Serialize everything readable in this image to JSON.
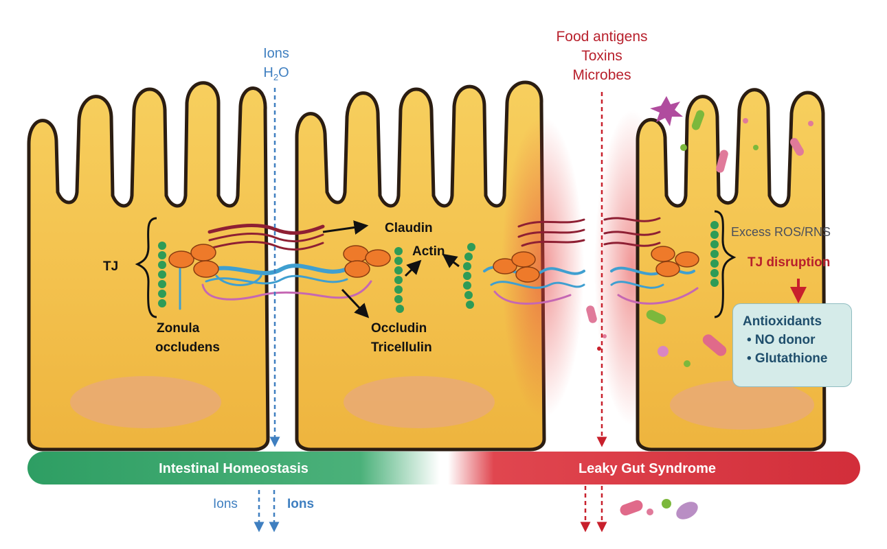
{
  "top_labels": {
    "ions": "Ions",
    "h2o_main": "H",
    "h2o_sub": "2",
    "h2o_tail": "O",
    "harmful": [
      "Food antigens",
      "Toxins",
      "Microbes"
    ]
  },
  "annotations": {
    "tj": "TJ",
    "zonula": [
      "Zonula",
      "occludens"
    ],
    "claudin": "Claudin",
    "actin": "Actin",
    "occludin": [
      "Occludin",
      "Tricellulin"
    ],
    "excess_ros": "Excess ROS/RNS",
    "tj_disruption": "TJ disruption"
  },
  "callout": {
    "title": "Antioxidants",
    "items": [
      "• NO donor",
      "• Glutathione"
    ]
  },
  "banner": {
    "left_label": "Intestinal Homeostasis",
    "right_label": "Leaky Gut Syndrome"
  },
  "bottom_labels": {
    "ions_left": "Ions",
    "ions_right": "Ions"
  },
  "colors": {
    "cell_fill": "#f2c14a",
    "cell_outline": "#2b1d12",
    "nucleus": "#e8a87c",
    "homeostasis_green": "#2e9e63",
    "leaky_red": "#d8313d",
    "ion_blue": "#3f7fc0",
    "harm_red": "#b8202c",
    "claudin": "#8e1f33",
    "occludin_blue": "#3f9fd0",
    "occludin_pink": "#c567b3",
    "zo_green": "#2e9b57",
    "orange_protein": "#ee7a2a"
  }
}
